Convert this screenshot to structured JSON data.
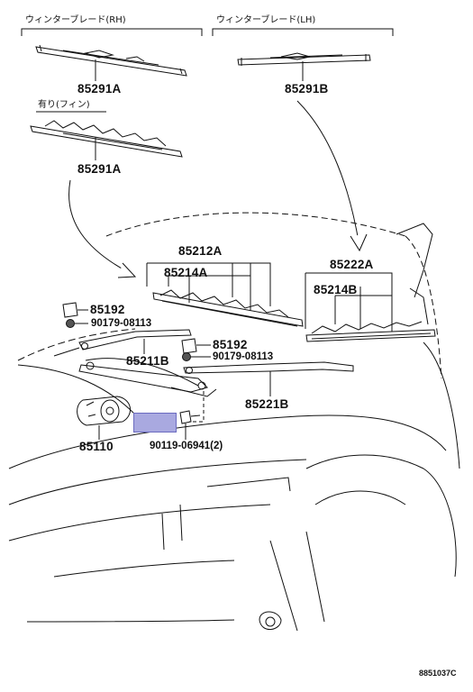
{
  "headers": {
    "rh": "ウィンターブレード(RH)",
    "lh": "ウィンターブレード(LH)",
    "fin": "有り(フィン)"
  },
  "parts": {
    "blade_rh": "85291A",
    "blade_lh": "85291B",
    "blade_fin": "85291A",
    "arm_blade_rh": "85212A",
    "refill_rh": "85214A",
    "arm_blade_lh": "85222A",
    "refill_lh": "85214B",
    "cap_upper": "85192",
    "nut_upper": "90179-08113",
    "cap_lower": "85192",
    "nut_lower": "90179-08113",
    "arm_rh": "85211B",
    "arm_lh": "85221B",
    "motor": "85110",
    "bolt": "90119-06941(2)"
  },
  "footer": {
    "code": "8851037C"
  },
  "colors": {
    "line": "#111111",
    "highlight": "#a9a9e0"
  }
}
